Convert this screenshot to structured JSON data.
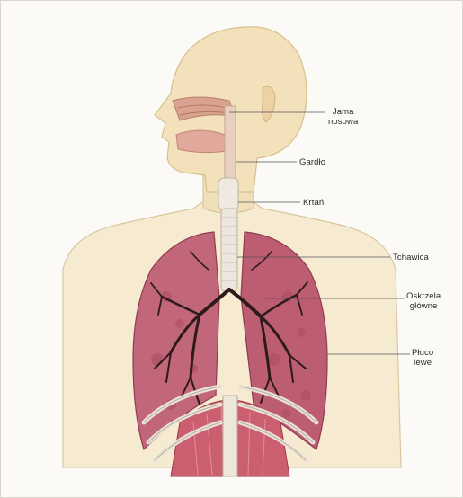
{
  "labels": {
    "nasal_cavity": [
      "Jama",
      "nosowa"
    ],
    "pharynx": "Gardło",
    "larynx": "Krtań",
    "trachea": "Tchawica",
    "main_bronchi": [
      "Oskrzela",
      "główne"
    ],
    "left_lung": [
      "Płuco",
      "lewe"
    ]
  },
  "colors": {
    "skin": "#f2dfb8",
    "lung": "#b8546a",
    "bronchi": "#2b1a1a",
    "trachea": "#e8e4dc",
    "diaphragm_muscle": "#c9596a",
    "ribs": "#f1ece4",
    "leader_line": "#555555"
  }
}
